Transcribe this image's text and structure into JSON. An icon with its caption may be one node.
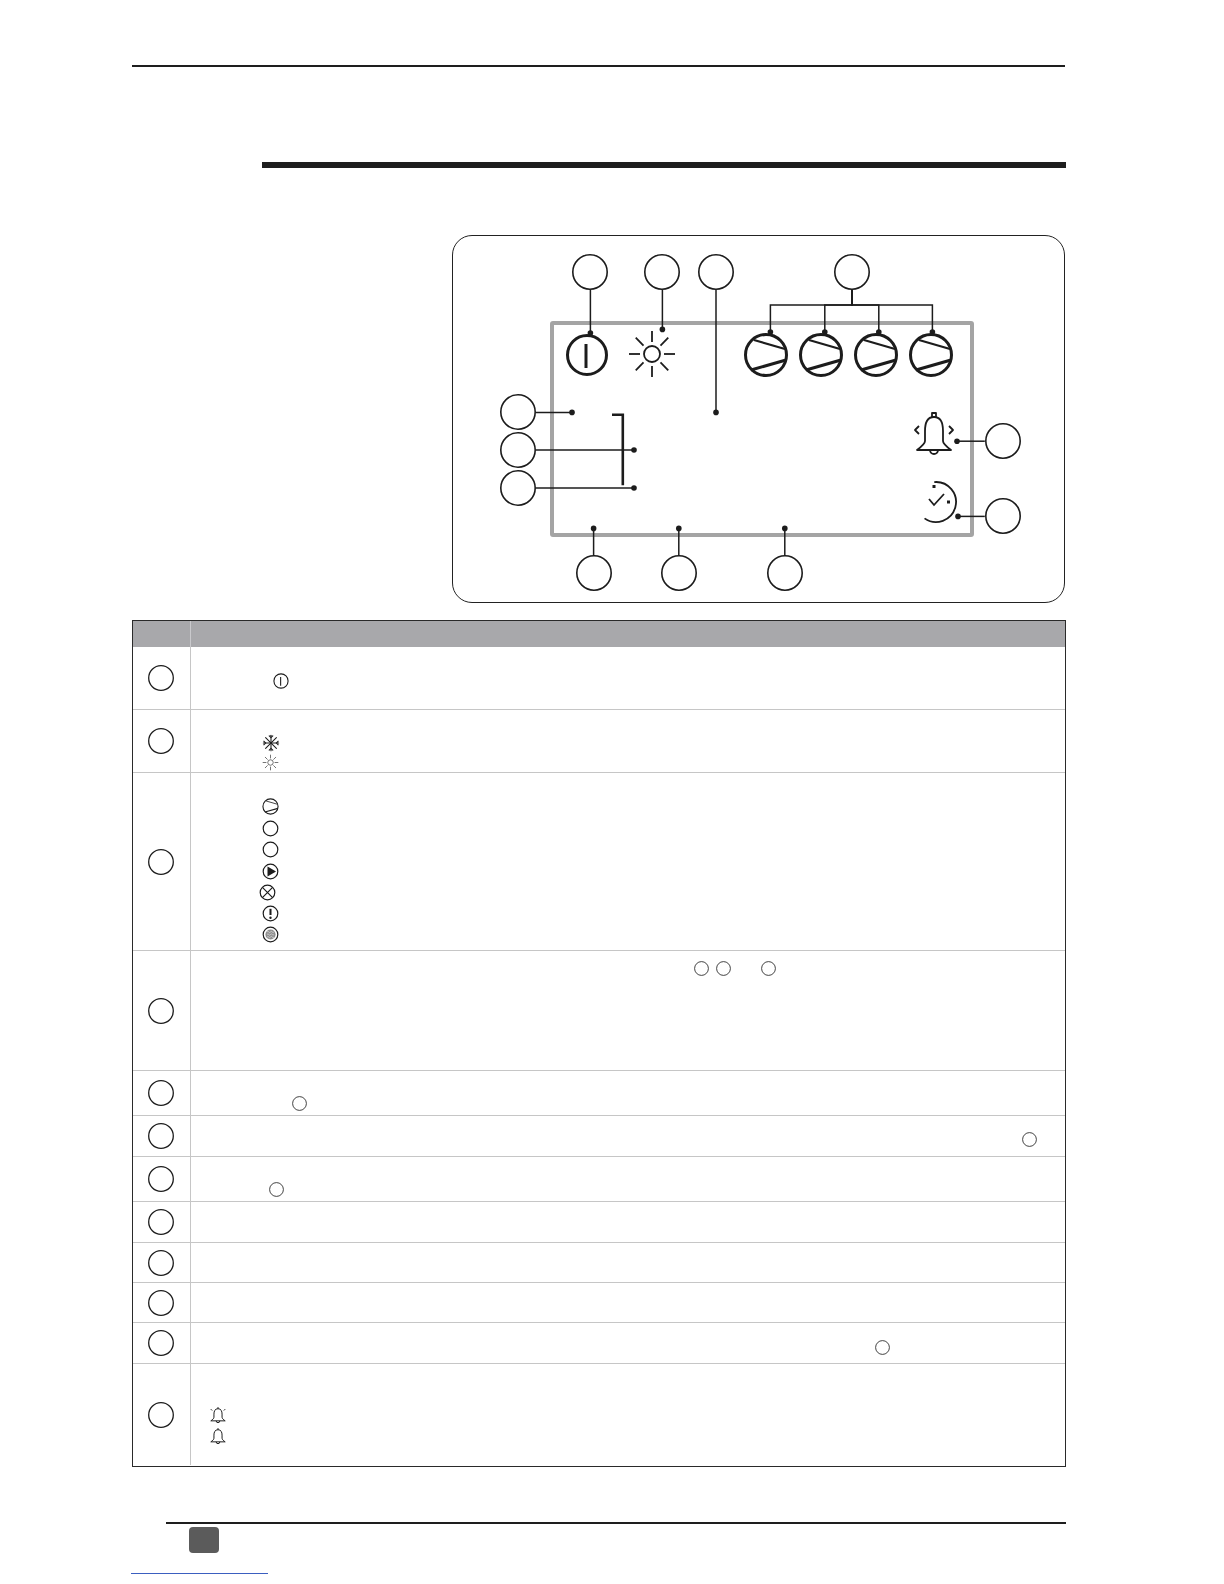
{
  "diagram": {
    "nodes": [
      {
        "text": [],
        "shape": "circle"
      },
      {
        "text": [],
        "shape": "circle"
      },
      {
        "text": [],
        "shape": "circle"
      },
      {
        "text": [],
        "shape": "circle"
      },
      {
        "text": [],
        "shape": "picture"
      },
      {
        "text": [],
        "shape": "picture"
      },
      {
        "text": [],
        "shape": "picture"
      },
      {
        "text": [],
        "shape": "picture"
      },
      {
        "text": [],
        "shape": "picture"
      },
      {
        "text": [],
        "shape": "picture"
      },
      {
        "text": [],
        "shape": "circle"
      },
      {
        "text": [],
        "shape": "circle"
      },
      {
        "text": [],
        "shape": "circle"
      },
      {
        "text": [],
        "shape": "picture"
      },
      {
        "text": [],
        "shape": "circle"
      },
      {
        "text": [],
        "shape": "picture"
      },
      {
        "text": [],
        "shape": "circle"
      },
      {
        "text": [],
        "shape": "circle"
      },
      {
        "text": [],
        "shape": "circle"
      },
      {
        "text": [],
        "shape": "circle"
      }
    ],
    "edges": [
      {
        "from": 0,
        "to": 4,
        "arrow": "other"
      },
      {
        "from": 1,
        "to": 5,
        "arrow": "other"
      },
      {
        "from": 2,
        "to": null,
        "arrow": "other"
      },
      {
        "from": 3,
        "to": 6,
        "arrow": "other"
      },
      {
        "from": 3,
        "to": 7,
        "arrow": "other"
      },
      {
        "from": 3,
        "to": 8,
        "arrow": "other"
      },
      {
        "from": 3,
        "to": 9,
        "arrow": "other"
      },
      {
        "from": 10,
        "to": null,
        "arrow": "other"
      },
      {
        "from": 11,
        "to": null,
        "arrow": "other"
      },
      {
        "from": 12,
        "to": null,
        "arrow": "other"
      },
      {
        "from": 14,
        "to": 13,
        "arrow": "other"
      },
      {
        "from": 16,
        "to": 15,
        "arrow": "other"
      },
      {
        "from": 17,
        "to": null,
        "arrow": "other"
      },
      {
        "from": 18,
        "to": null,
        "arrow": "other"
      },
      {
        "from": 19,
        "to": null,
        "arrow": "other"
      }
    ]
  }
}
